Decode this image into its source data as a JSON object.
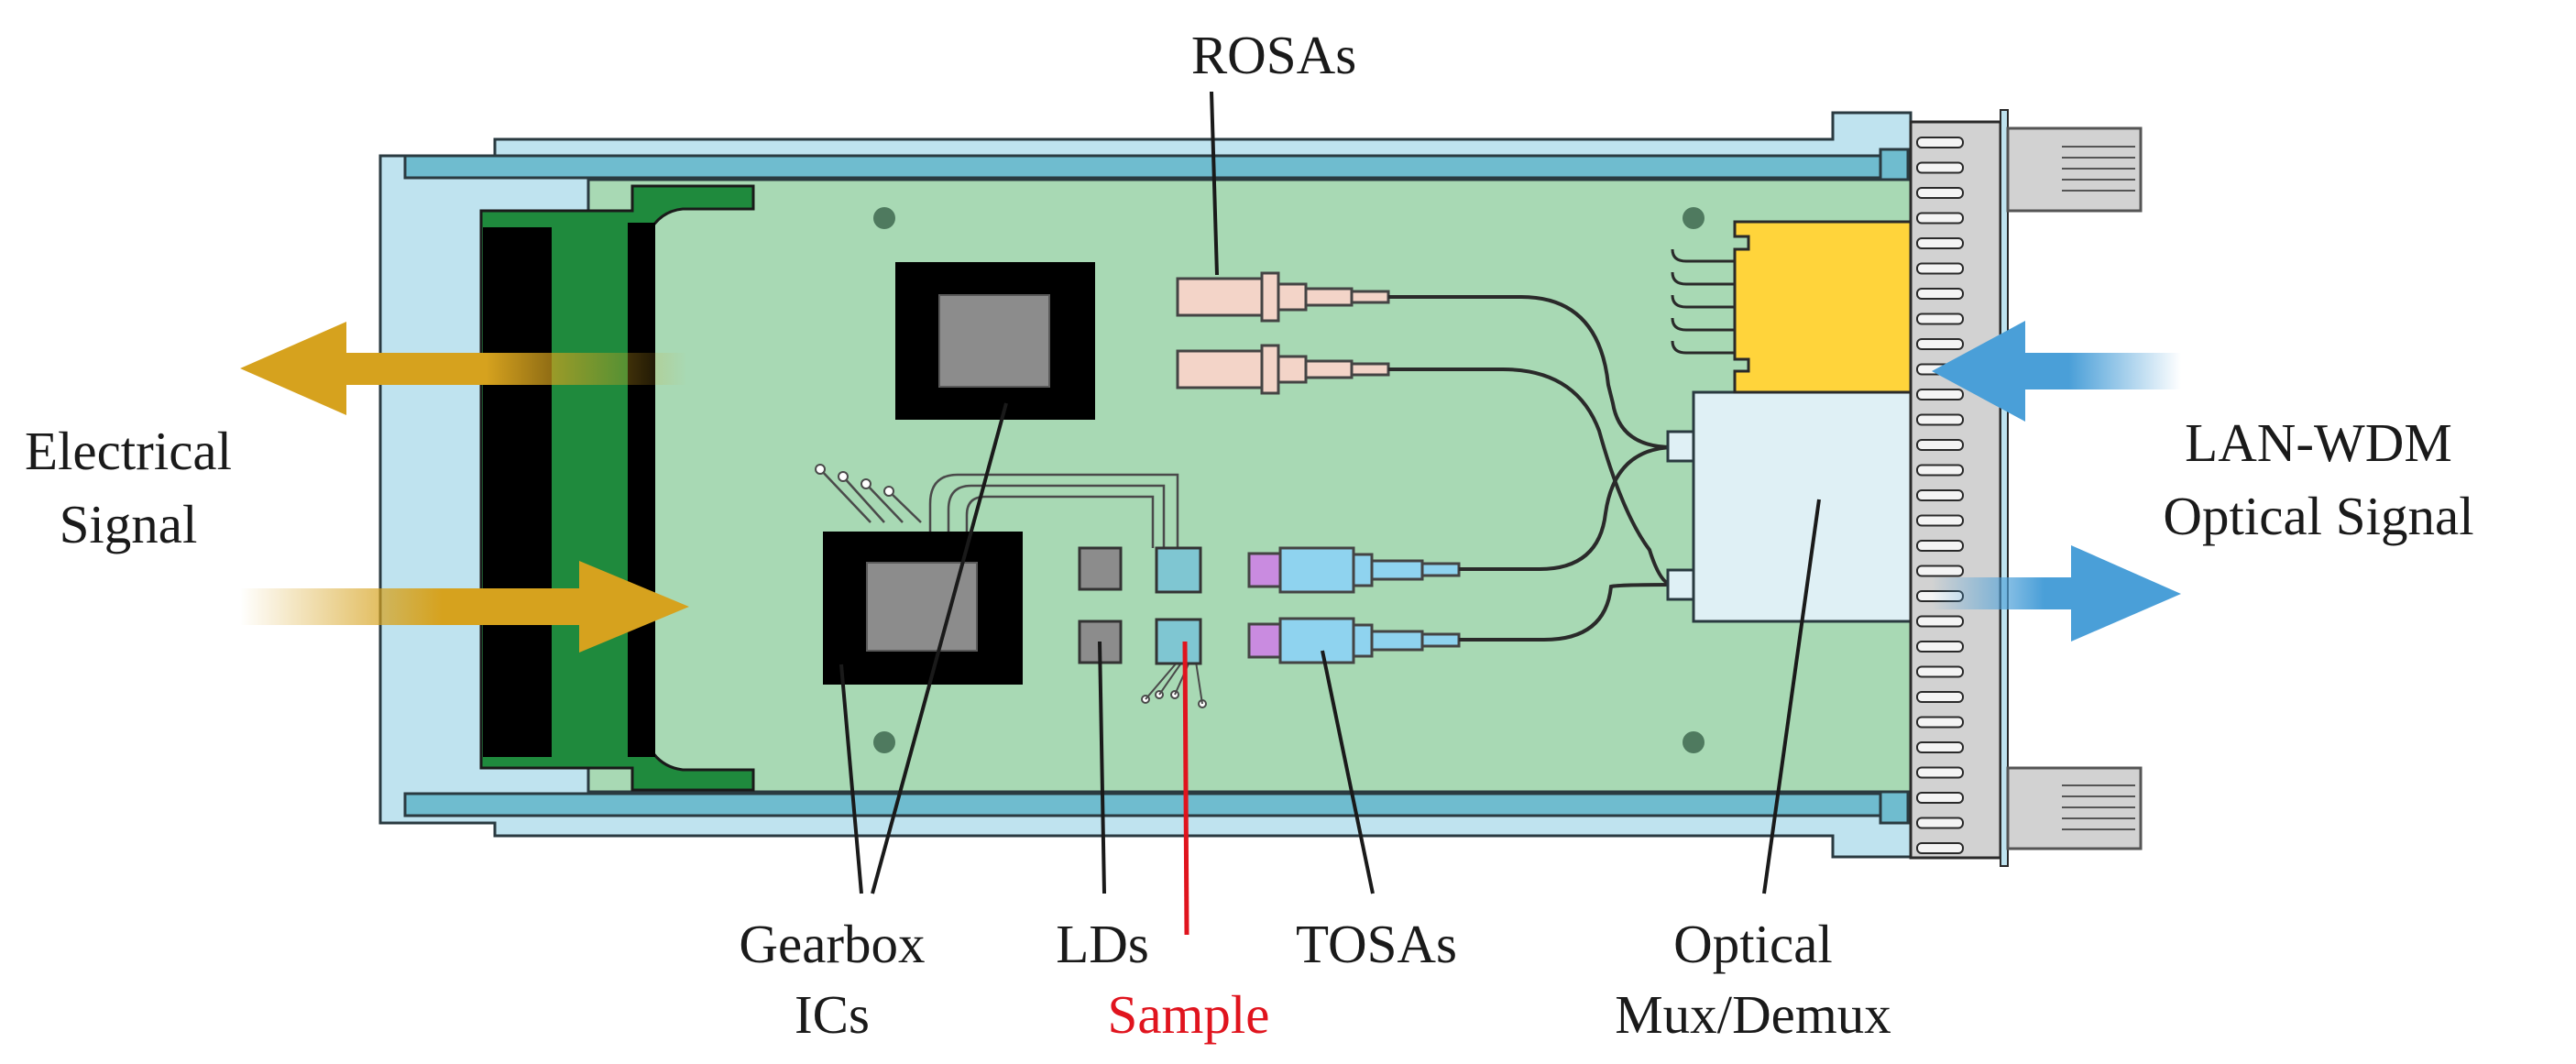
{
  "labels": {
    "rosas": "ROSAs",
    "electrical_1": "Electrical",
    "electrical_2": "Signal",
    "lan_1": "LAN-WDM",
    "lan_2": "Optical Signal",
    "gearbox_1": "Gearbox",
    "gearbox_2": "ICs",
    "lds": "LDs",
    "sample": "Sample",
    "tosas": "TOSAs",
    "optical_1": "Optical",
    "optical_2": "Mux/Demux"
  },
  "colors": {
    "housing": "#bfe3ef",
    "rail": "#6fbccf",
    "pcb": "#a8d9b4",
    "edge_connector": "#1f8a3d",
    "electrical_arrow": "#d6a21e",
    "optical_arrow": "#4a9fd8",
    "mux_block": "#dff0f5",
    "laser_chip": "#ffd43b",
    "sample_highlight": "#e0141e"
  }
}
